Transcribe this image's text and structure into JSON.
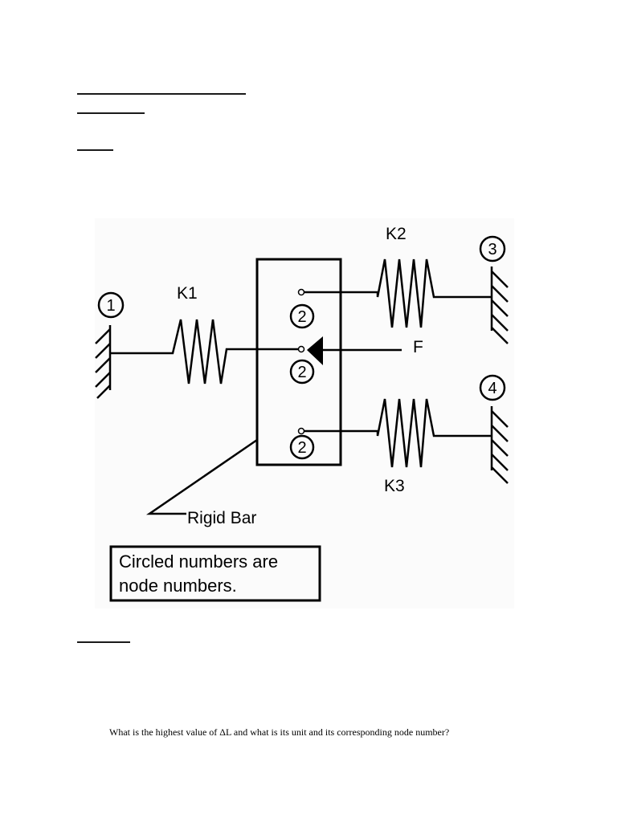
{
  "diagram": {
    "labels": {
      "k1": "K1",
      "k2": "K2",
      "k3": "K3",
      "force": "F",
      "rigid_bar": "Rigid Bar"
    },
    "nodes": {
      "n1": "1",
      "n2_top": "2",
      "n2_mid": "2",
      "n2_bot": "2",
      "n3": "3",
      "n4": "4"
    },
    "note": {
      "line1": "Circled numbers are",
      "line2": "node numbers."
    }
  },
  "question": "What is the highest value of ΔL and what is its unit and its corresponding node number?"
}
